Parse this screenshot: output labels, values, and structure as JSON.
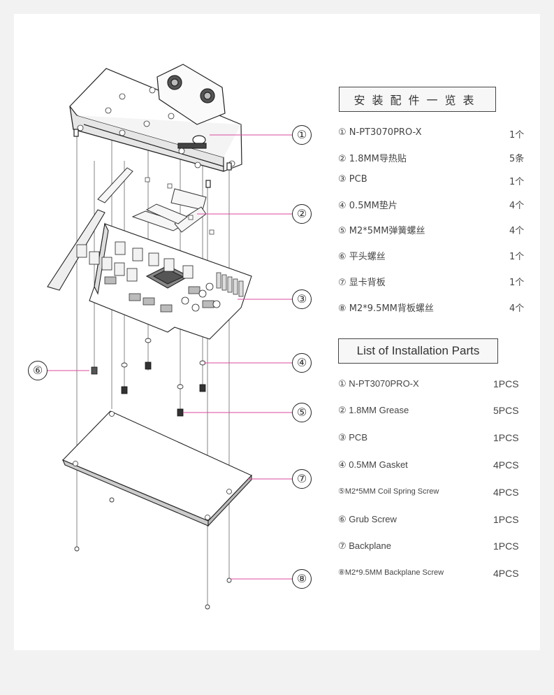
{
  "colors": {
    "leader": "#d94a9c",
    "line": "#333333",
    "panel": "#ffffff",
    "background": "#f2f2f2"
  },
  "diagram": {
    "callouts": [
      "①",
      "②",
      "③",
      "④",
      "⑤",
      "⑥",
      "⑦",
      "⑧"
    ]
  },
  "parts_cn": {
    "title": "安装配件一览表",
    "items": [
      {
        "label": "① N-PT3070PRO-X",
        "qty": "1个"
      },
      {
        "label": "② 1.8MM导热贴",
        "qty": "5条"
      },
      {
        "label": "③ PCB",
        "qty": "1个"
      },
      {
        "label": "④ 0.5MM垫片",
        "qty": "4个"
      },
      {
        "label": "⑤ M2*5MM弹簧螺丝",
        "qty": "4个"
      },
      {
        "label": "⑥ 平头螺丝",
        "qty": "1个"
      },
      {
        "label": "⑦ 显卡背板",
        "qty": "1个"
      },
      {
        "label": "⑧ M2*9.5MM背板螺丝",
        "qty": "4个"
      }
    ]
  },
  "parts_en": {
    "title": "List of Installation Parts",
    "items": [
      {
        "label": "① N-PT3070PRO-X",
        "qty": "1PCS"
      },
      {
        "label": "② 1.8MM Grease",
        "qty": "5PCS"
      },
      {
        "label": "③ PCB",
        "qty": "1PCS"
      },
      {
        "label": "④ 0.5MM Gasket",
        "qty": "4PCS"
      },
      {
        "label": "⑤M2*5MM Coil Spring Screw",
        "qty": "4PCS"
      },
      {
        "label": "⑥ Grub Screw",
        "qty": "1PCS"
      },
      {
        "label": "⑦ Backplane",
        "qty": "1PCS"
      },
      {
        "label": "⑧M2*9.5MM Backplane Screw",
        "qty": "4PCS"
      }
    ]
  }
}
